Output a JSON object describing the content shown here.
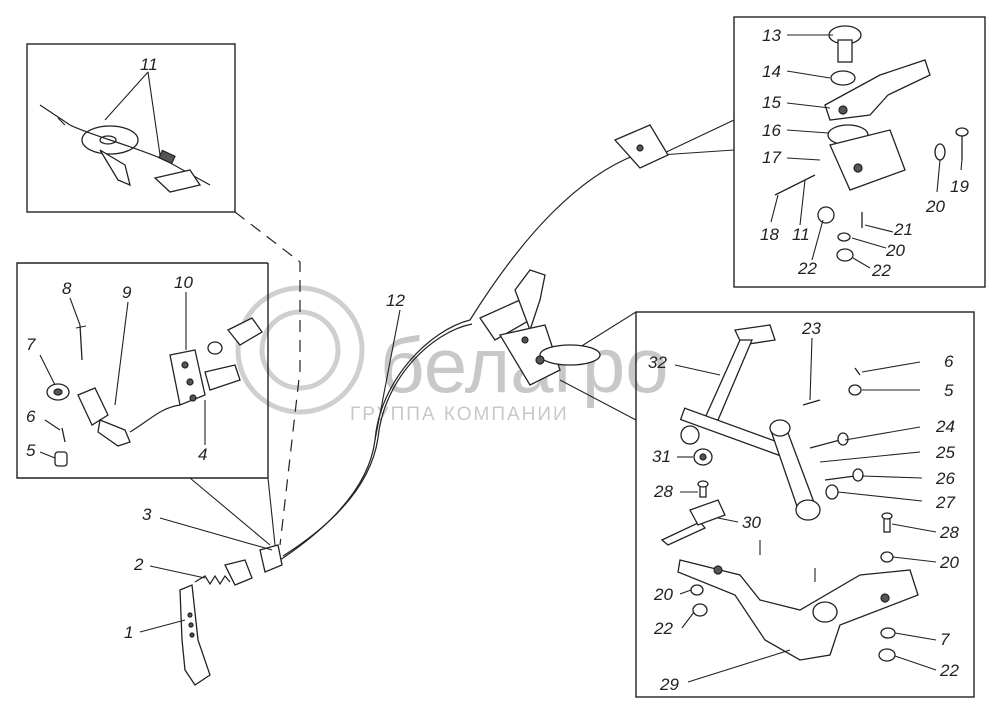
{
  "watermark": {
    "brand": "белагро",
    "tagline": "ГРУППА КОМПАНИИ"
  },
  "callouts": [
    {
      "id": "c1",
      "text": "1"
    },
    {
      "id": "c2",
      "text": "2"
    },
    {
      "id": "c3",
      "text": "3"
    },
    {
      "id": "c4",
      "text": "4"
    },
    {
      "id": "c5a",
      "text": "5"
    },
    {
      "id": "c5b",
      "text": "5"
    },
    {
      "id": "c6a",
      "text": "6"
    },
    {
      "id": "c6b",
      "text": "6"
    },
    {
      "id": "c7a",
      "text": "7"
    },
    {
      "id": "c7b",
      "text": "7"
    },
    {
      "id": "c8",
      "text": "8"
    },
    {
      "id": "c9",
      "text": "9"
    },
    {
      "id": "c10",
      "text": "10"
    },
    {
      "id": "c11a",
      "text": "11"
    },
    {
      "id": "c11b",
      "text": "11"
    },
    {
      "id": "c12",
      "text": "12"
    },
    {
      "id": "c13",
      "text": "13"
    },
    {
      "id": "c14",
      "text": "14"
    },
    {
      "id": "c15",
      "text": "15"
    },
    {
      "id": "c16",
      "text": "16"
    },
    {
      "id": "c17",
      "text": "17"
    },
    {
      "id": "c18",
      "text": "18"
    },
    {
      "id": "c19",
      "text": "19"
    },
    {
      "id": "c20a",
      "text": "20"
    },
    {
      "id": "c20b",
      "text": "20"
    },
    {
      "id": "c20c",
      "text": "20"
    },
    {
      "id": "c20d",
      "text": "20"
    },
    {
      "id": "c21",
      "text": "21"
    },
    {
      "id": "c22a",
      "text": "22"
    },
    {
      "id": "c22b",
      "text": "22"
    },
    {
      "id": "c22c",
      "text": "22"
    },
    {
      "id": "c22d",
      "text": "22"
    },
    {
      "id": "c23",
      "text": "23"
    },
    {
      "id": "c24",
      "text": "24"
    },
    {
      "id": "c25",
      "text": "25"
    },
    {
      "id": "c26",
      "text": "26"
    },
    {
      "id": "c27",
      "text": "27"
    },
    {
      "id": "c28a",
      "text": "28"
    },
    {
      "id": "c28b",
      "text": "28"
    },
    {
      "id": "c29",
      "text": "29"
    },
    {
      "id": "c30",
      "text": "30"
    },
    {
      "id": "c31",
      "text": "31"
    },
    {
      "id": "c32",
      "text": "32"
    }
  ]
}
